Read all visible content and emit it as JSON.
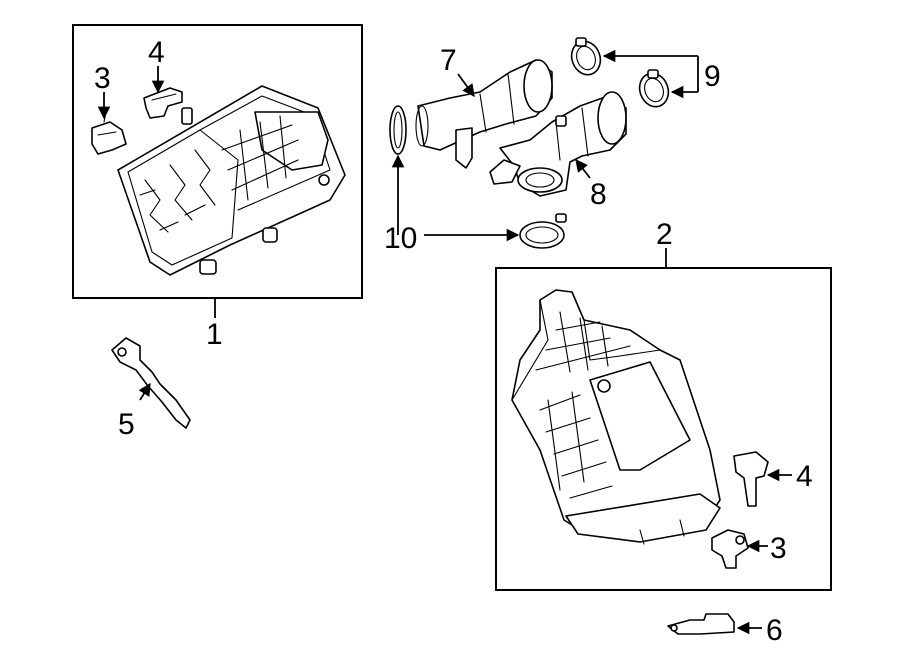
{
  "diagram": {
    "callouts": {
      "c1": "1",
      "c2": "2",
      "c3_left": "3",
      "c3_right": "3",
      "c4_left": "4",
      "c4_right": "4",
      "c5": "5",
      "c6": "6",
      "c7": "7",
      "c8": "8",
      "c9": "9",
      "c10": "10"
    }
  }
}
